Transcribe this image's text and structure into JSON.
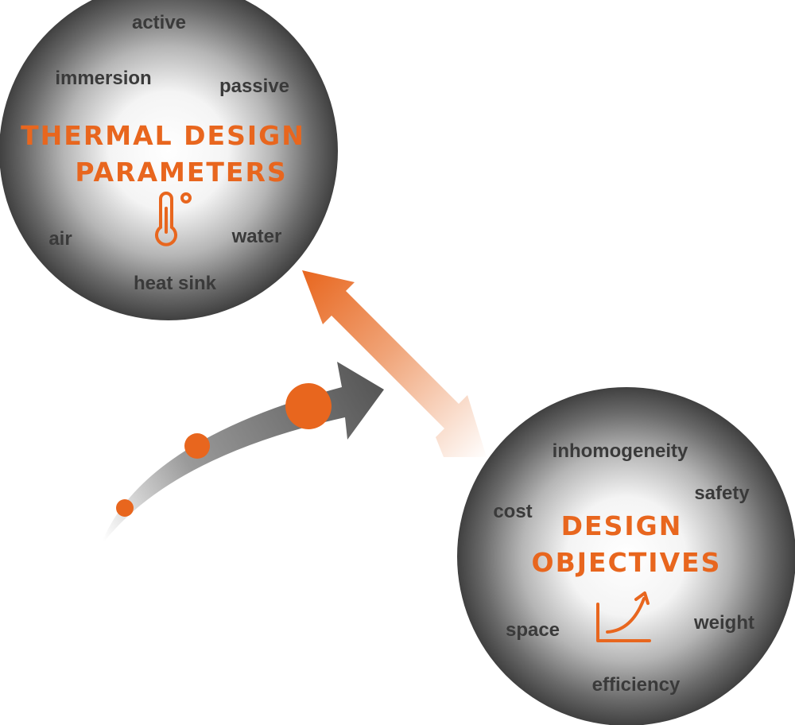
{
  "accent_color": "#e8661e",
  "thermal_circle": {
    "title_line1": "THERMAL DESIGN",
    "title_line2": "PARAMETERS",
    "icon": "thermometer-icon",
    "keywords": {
      "active": "active",
      "immersion": "immersion",
      "passive": "passive",
      "air": "air",
      "water": "water",
      "heat_sink": "heat sink"
    }
  },
  "objectives_circle": {
    "title_line1": "DESIGN",
    "title_line2": "OBJECTIVES",
    "icon": "growth-chart-icon",
    "keywords": {
      "inhomogeneity": "inhomogeneity",
      "safety": "safety",
      "cost": "cost",
      "weight": "weight",
      "space": "space",
      "efficiency": "efficiency"
    }
  },
  "connectors": [
    "double-headed-arrow",
    "progress-curve-arrow"
  ]
}
